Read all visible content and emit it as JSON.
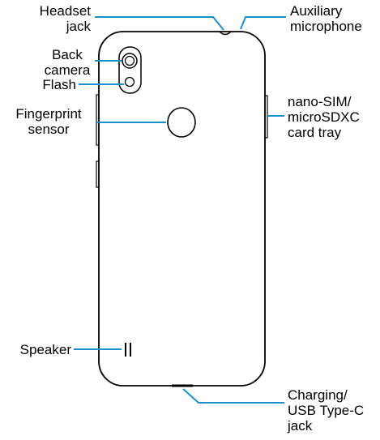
{
  "labels": {
    "headset_jack": [
      "Headset",
      "jack"
    ],
    "auxiliary_microphone": [
      "Auxiliary",
      "microphone"
    ],
    "back_camera": [
      "Back",
      "camera"
    ],
    "flash": "Flash",
    "fingerprint_sensor": [
      "Fingerprint",
      "sensor"
    ],
    "sim_tray": [
      "nano-SIM/",
      "microSDXC",
      "card tray"
    ],
    "speaker": "Speaker",
    "charging_port": [
      "Charging/",
      "USB Type-C",
      "jack"
    ]
  },
  "colors": {
    "leader_line": "#1a8fd0",
    "outline": "#000000",
    "background": "#ffffff"
  }
}
